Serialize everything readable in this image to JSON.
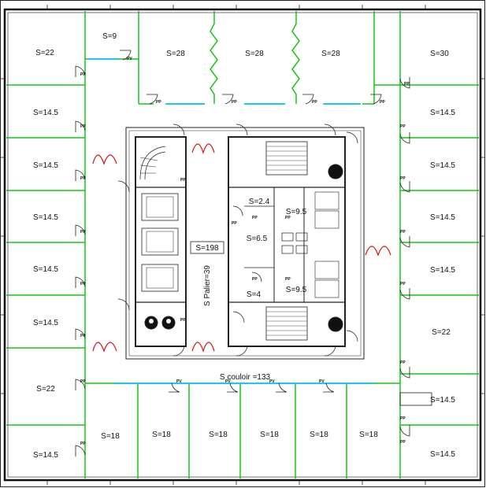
{
  "plan": {
    "colors": {
      "outer_wall": "#111111",
      "partition": "#18c418",
      "window": "#1fc8e8",
      "door_swing": "#d21414",
      "line": "#222222"
    },
    "top_rooms": [
      "S=22",
      "S=9",
      "S=28",
      "S=28",
      "S=28",
      "S=30"
    ],
    "left_rooms": [
      "S=14.5",
      "S=14.5",
      "S=14.5",
      "S=14.5",
      "S=14.5",
      "S=22",
      "S=14.5"
    ],
    "right_rooms": [
      "S=14.5",
      "S=14.5",
      "S=14.5",
      "S=14.5",
      "S=22",
      "S=14.5",
      "S=14.5"
    ],
    "bottom_rooms": [
      "S=18",
      "S=18",
      "S=18",
      "S=18",
      "S=18",
      "S=18"
    ],
    "core_labels": {
      "total": "S=198",
      "palier": "S Palier=39",
      "couloir": "S couloir =133",
      "room_2_4": "S=2.4",
      "room_9_5_a": "S=9.5",
      "room_6_5": "S=6.5",
      "room_4": "S=4",
      "room_9_5_b": "S=9.5"
    },
    "door_tags": {
      "pp": "PP",
      "pv": "PV"
    }
  }
}
